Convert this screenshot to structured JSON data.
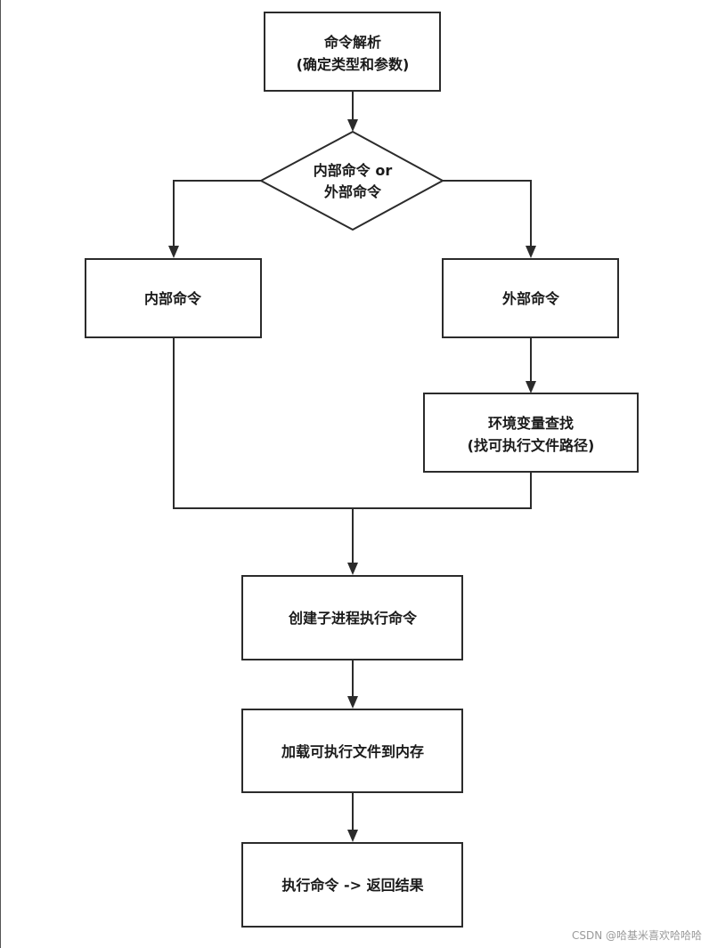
{
  "nodes": {
    "parse": {
      "line1": "命令解析",
      "line2": "(确定类型和参数)"
    },
    "decision": {
      "line1": "内部命令 or",
      "line2": "外部命令"
    },
    "internal": {
      "label": "内部命令"
    },
    "external": {
      "label": "外部命令"
    },
    "env_lookup": {
      "line1": "环境变量查找",
      "line2": "(找可执行文件路径)"
    },
    "create_process": {
      "label": "创建子进程执行命令"
    },
    "load": {
      "label": "加载可执行文件到内存"
    },
    "execute": {
      "label": "执行命令 -> 返回结果"
    }
  },
  "watermark": "CSDN @哈基米喜欢哈哈哈"
}
